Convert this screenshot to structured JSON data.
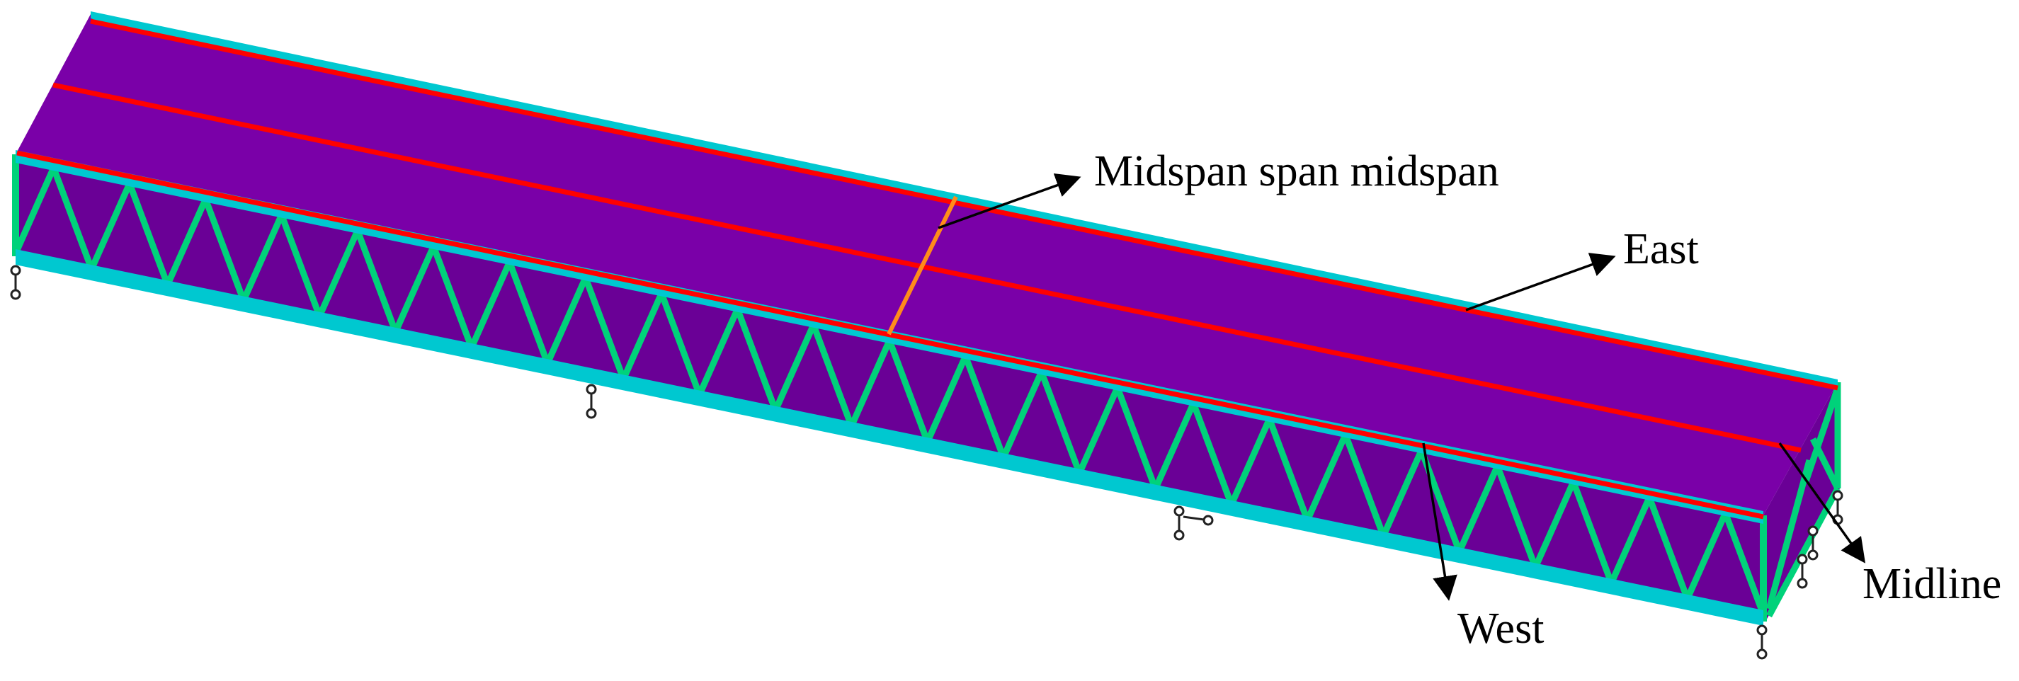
{
  "labels": {
    "midspan": "Midspan span midspan",
    "east": "East",
    "midline": "Midline",
    "west": "West"
  },
  "colors": {
    "deck": "#7a00a8",
    "deck_edge": "#6a0096",
    "chord": "#00c8d0",
    "web": "#00d27a",
    "rail": "#ff0000",
    "midspan_line": "#ff8c1a",
    "support": "#222222",
    "arrow": "#000000"
  },
  "truss": {
    "panels": 23
  }
}
